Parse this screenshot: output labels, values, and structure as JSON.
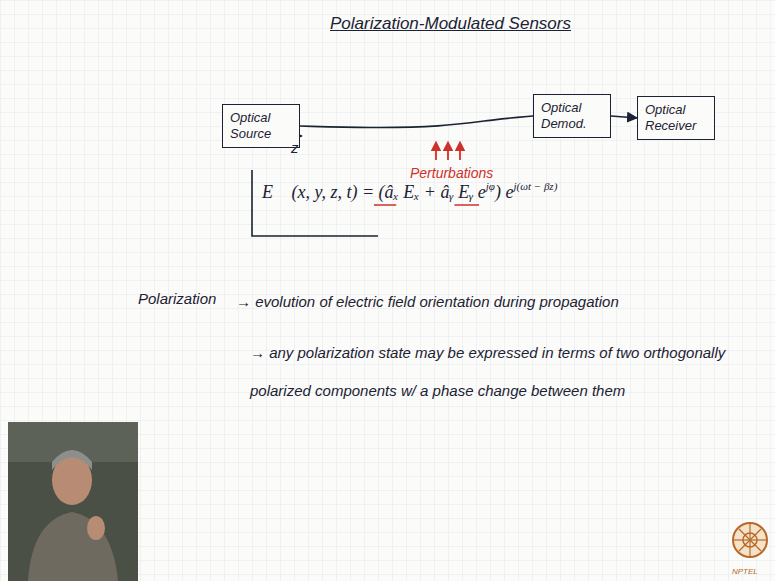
{
  "diagram": {
    "title": "Polarization-Modulated Sensors",
    "nodes": [
      {
        "text": [
          "Optical Source"
        ]
      },
      {
        "text": [
          "Optical Demod."
        ]
      },
      {
        "text": [
          "Optical Receiver"
        ]
      }
    ],
    "edges": [
      {
        "from": 0,
        "to": 1,
        "arrow": "none"
      },
      {
        "from": 1,
        "to": 2,
        "arrow": "to"
      }
    ],
    "labels": [
      "z",
      "Perturbations",
      "E⃗ (x, y, z, t) = (âₓ Eₓ + âᵧ Eᵧ e",
      "jφ",
      ") e",
      "j(ωt − βz)",
      "Polarization",
      "→ evolution of electric field orientation during propagation",
      "→ any polarization state may be expressed in terms of two orthogonally polarized components w/ a phase change between them",
      "NPTEL"
    ]
  }
}
